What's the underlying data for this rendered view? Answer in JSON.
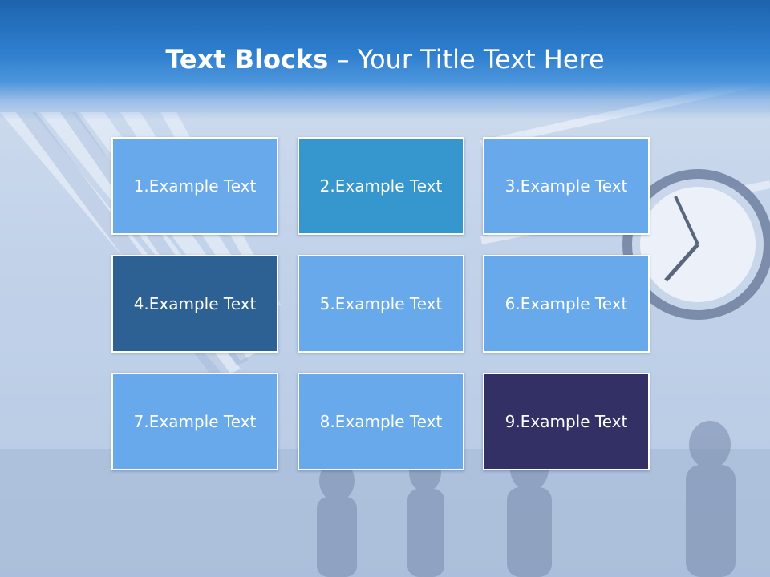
{
  "title": {
    "bold": "Text Blocks",
    "dash": " – ",
    "rest": "Your Title Text Here"
  },
  "blocks": [
    {
      "label": "1.Example Text",
      "color": "#68a9ec"
    },
    {
      "label": "2.Example Text",
      "color": "#3597cd"
    },
    {
      "label": "3.Example Text",
      "color": "#68a9ec"
    },
    {
      "label": "4.Example Text",
      "color": "#2d6093"
    },
    {
      "label": "5.Example Text",
      "color": "#68a9ec"
    },
    {
      "label": "6.Example Text",
      "color": "#68a9ec"
    },
    {
      "label": "7.Example Text",
      "color": "#68a9ec"
    },
    {
      "label": "8.Example Text",
      "color": "#68a9ec"
    },
    {
      "label": "9.Example Text",
      "color": "#333066"
    }
  ],
  "colors": {
    "title_band": "#2f7fcf",
    "background_tint": "#b8cbe6"
  }
}
